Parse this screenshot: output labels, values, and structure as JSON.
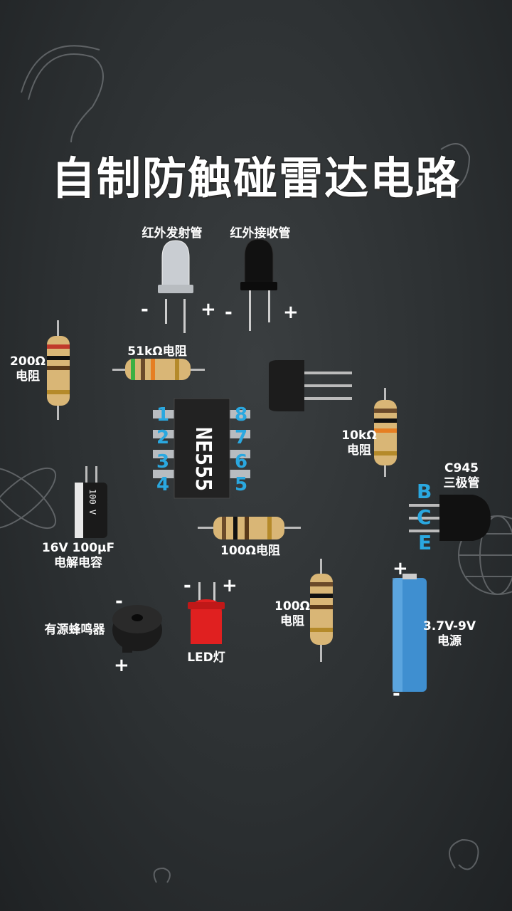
{
  "title": "自制防触碰雷达电路",
  "labels": {
    "ir_emitter": "红外发射管",
    "ir_receiver": "红外接收管",
    "res_51k": "51kΩ电阻",
    "res_200_line1": "200Ω",
    "res_200_line2": "电阻",
    "res_10k_line1": "10kΩ",
    "res_10k_line2": "电阻",
    "c945_line1": "C945",
    "c945_line2": "三极管",
    "cap_line1": "16V 100µF",
    "cap_line2": "电解电容",
    "res_100_h": "100Ω电阻",
    "res_100_v_line1": "100Ω",
    "res_100_v_line2": "电阻",
    "buzzer": "有源蜂鸣器",
    "led": "LED灯",
    "power_line1": "3.7V-9V",
    "power_line2": "电源"
  },
  "chip": {
    "name": "NE555",
    "pins_left": [
      "1",
      "2",
      "3",
      "4"
    ],
    "pins_right": [
      "8",
      "7",
      "6",
      "5"
    ]
  },
  "transistor_pins": [
    "B",
    "C",
    "E"
  ],
  "signs": {
    "plus": "+",
    "minus": "-"
  },
  "capacitor_print": "100 V",
  "colors": {
    "pin_blue": "#2aa8e0",
    "background": "#2c3032",
    "battery_blue": "#3f8fd0",
    "led_red": "#e02020"
  }
}
